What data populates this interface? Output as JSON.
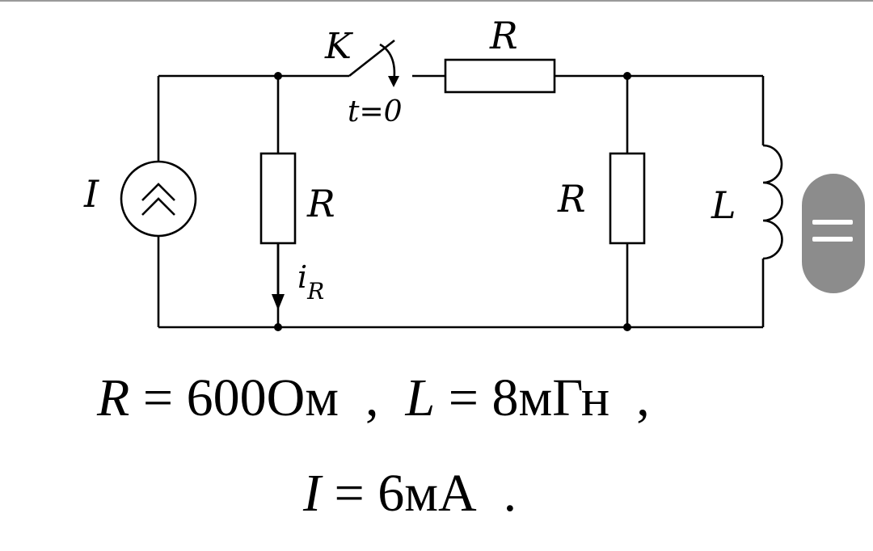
{
  "circuit": {
    "labels": {
      "switch": "K",
      "switch_time": "t=0",
      "resistor_top": "R",
      "resistor_left": "R",
      "resistor_middle": "R",
      "inductor": "L",
      "source": "I",
      "current_main": "i",
      "current_sub": "R"
    }
  },
  "formula": {
    "line1": {
      "r_var": "R",
      "eq1": " = ",
      "r_val": "600Ом",
      "sep1": "  ,  ",
      "l_var": "L",
      "eq2": " = ",
      "l_val": "8мГн",
      "sep2": "  ,"
    },
    "line2": {
      "i_var": "I",
      "eq3": " = ",
      "i_val": "6мА",
      "end": "  ."
    }
  },
  "colors": {
    "handle": "#8c8c8c",
    "rule": "#9a9a9a"
  },
  "icons": {
    "scroll_handle": "drag-handle-icon"
  }
}
